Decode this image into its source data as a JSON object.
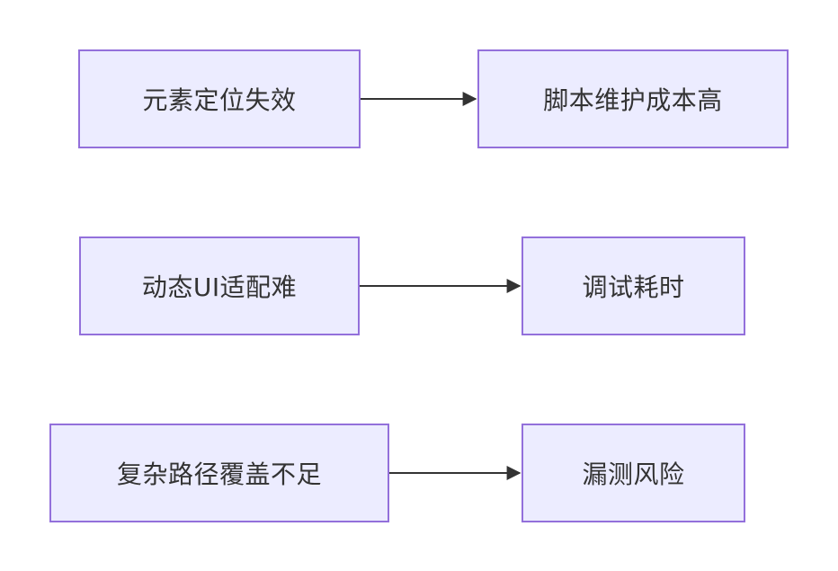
{
  "diagram": {
    "nodes": [
      {
        "id": "n1",
        "label": "元素定位失效"
      },
      {
        "id": "n2",
        "label": "脚本维护成本高"
      },
      {
        "id": "n3",
        "label": "动态UI适配难"
      },
      {
        "id": "n4",
        "label": "调试耗时"
      },
      {
        "id": "n5",
        "label": "复杂路径覆盖不足"
      },
      {
        "id": "n6",
        "label": "漏测风险"
      }
    ],
    "edges": [
      {
        "from": "n1",
        "to": "n2"
      },
      {
        "from": "n3",
        "to": "n4"
      },
      {
        "from": "n5",
        "to": "n6"
      }
    ],
    "colors": {
      "node_fill": "#ECECFF",
      "node_border": "#9370DB",
      "edge": "#333333",
      "text": "#333333"
    }
  }
}
